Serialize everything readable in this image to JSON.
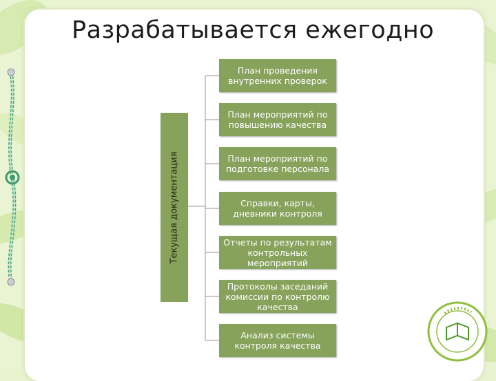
{
  "title": "Разрабатывается ежегодно",
  "category": "Текущая документация",
  "items": [
    {
      "label": "План проведения\nвнутренних проверок"
    },
    {
      "label": "План мероприятий по\nповышению качества"
    },
    {
      "label": "План мероприятий по\nподготовке персонала"
    },
    {
      "label": "Справки, карты,\nдневники контроля"
    },
    {
      "label": "Отчеты по результатам\nконтрольных\nмероприятий"
    },
    {
      "label": "Протоколы заседаний\nкомиссии по контролю\nкачества"
    },
    {
      "label": "Анализ системы\nконтроля качества"
    }
  ],
  "colors": {
    "box": "#86a25b",
    "connector": "#a8a8a8",
    "background": "#e9f3cf"
  }
}
